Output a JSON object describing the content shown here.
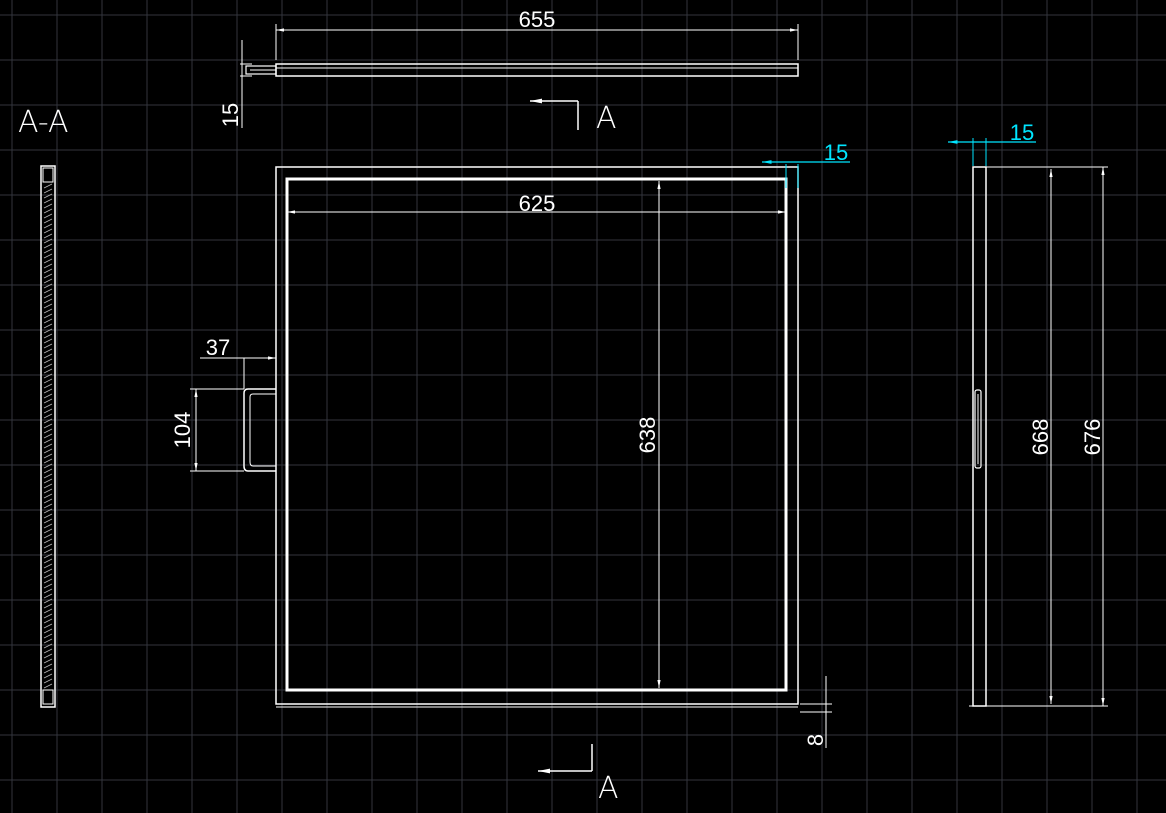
{
  "section": {
    "title": "A-A",
    "marker_top": "A",
    "marker_bottom": "A"
  },
  "dimensions": {
    "top_width": "655",
    "top_thickness": "15",
    "inner_width": "625",
    "frame_right": "15",
    "handle_depth": "37",
    "handle_height": "104",
    "inner_height": "638",
    "bottom_offset": "8",
    "side_thickness": "15",
    "side_inner_height": "668",
    "side_outer_height": "676"
  },
  "colors": {
    "background": "#000000",
    "grid": "#33353d",
    "lines": "#ffffff",
    "accent": "#00e5ff"
  }
}
